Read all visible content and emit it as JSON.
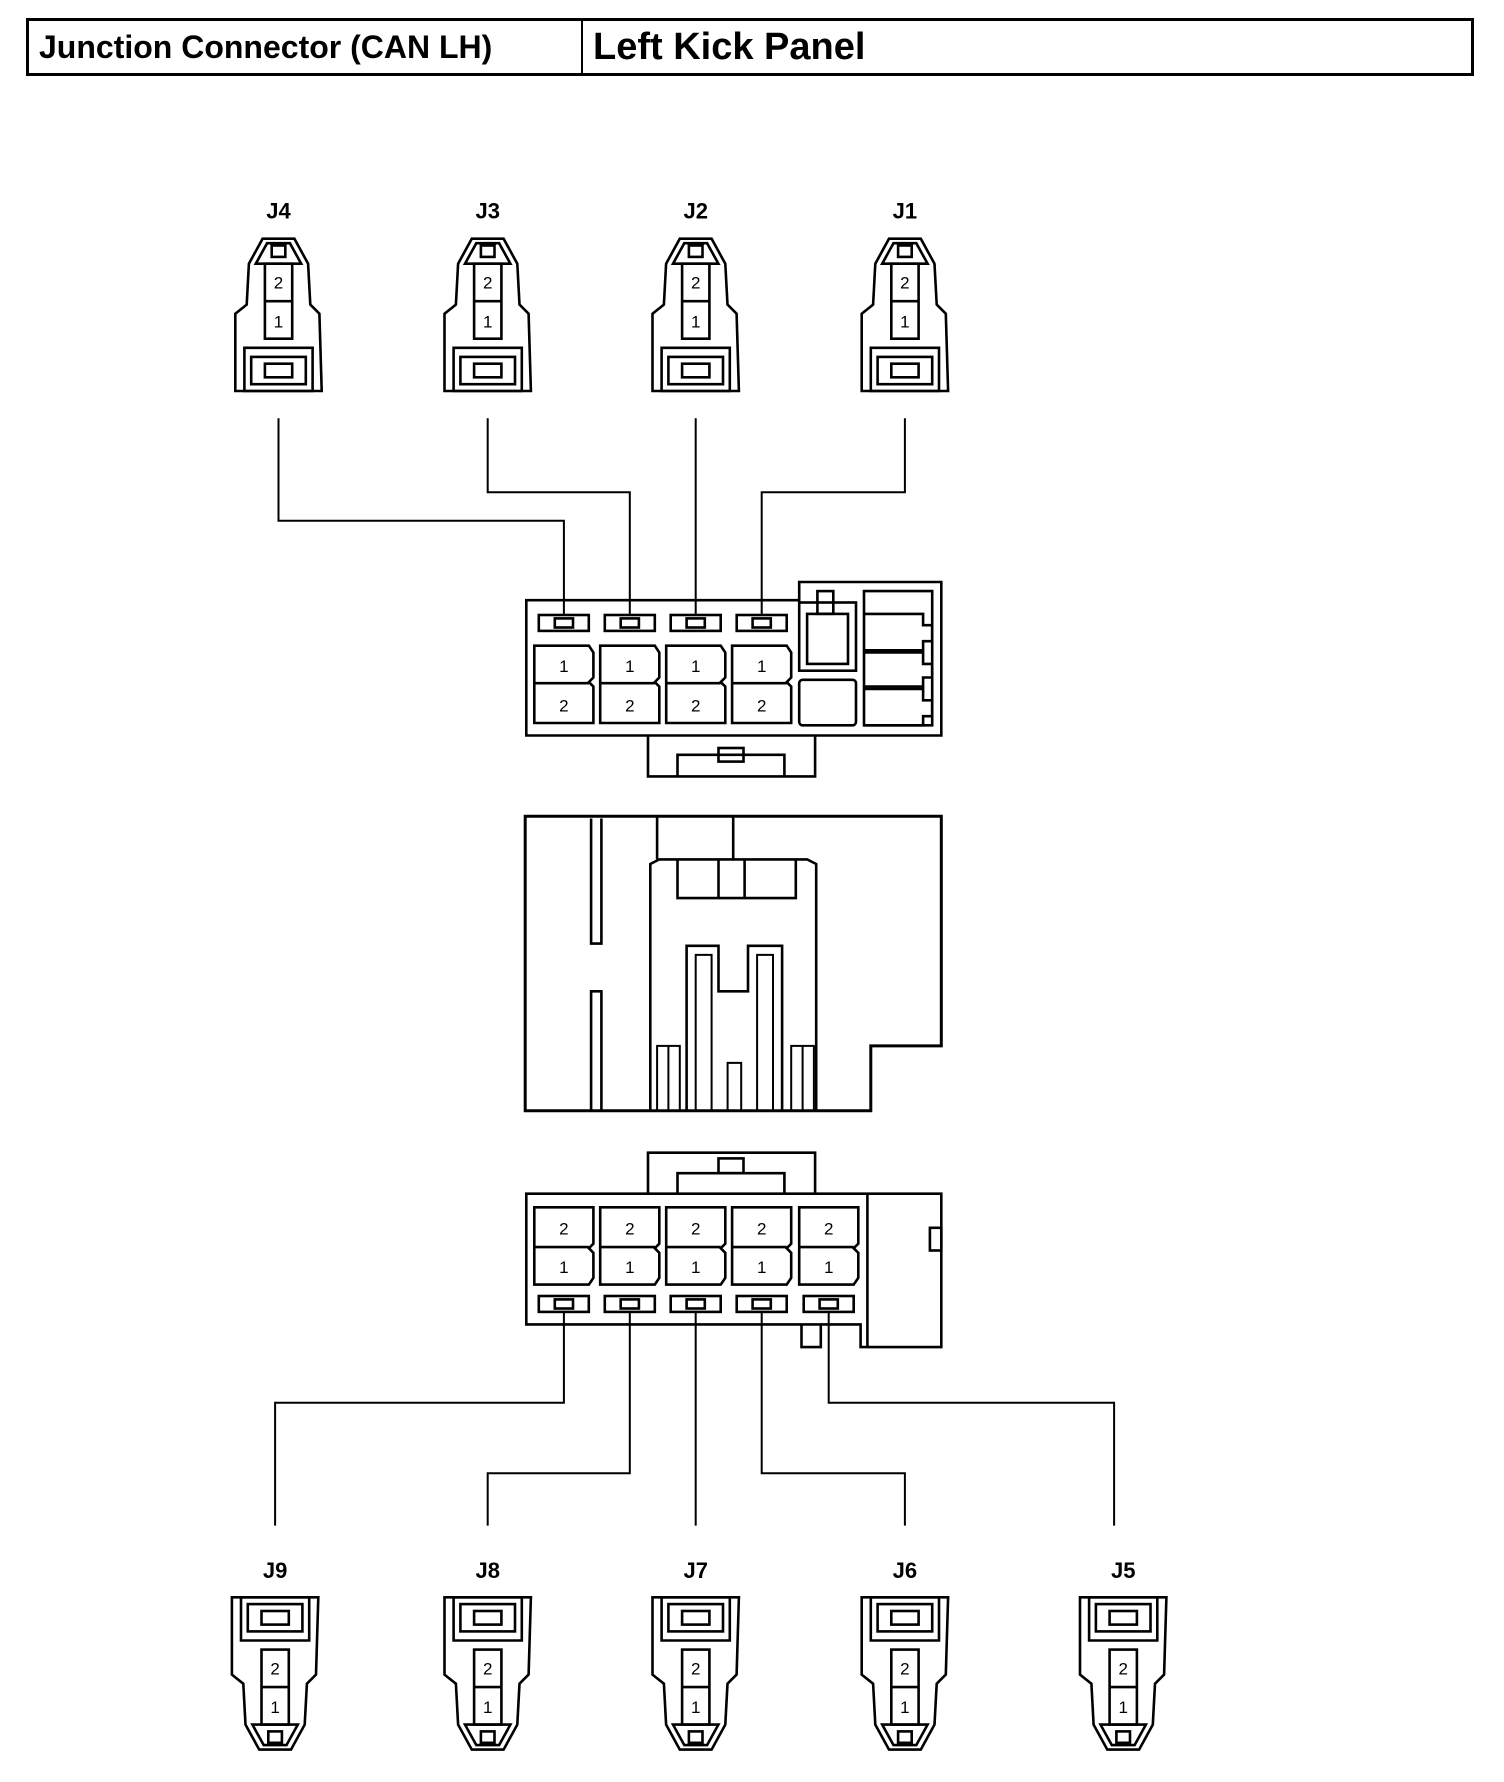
{
  "header": {
    "component": "Junction Connector (CAN LH)",
    "location": "Left Kick Panel"
  },
  "connectors_top": [
    {
      "id": "J4",
      "pins": [
        "2",
        "1"
      ]
    },
    {
      "id": "J3",
      "pins": [
        "2",
        "1"
      ]
    },
    {
      "id": "J2",
      "pins": [
        "2",
        "1"
      ]
    },
    {
      "id": "J1",
      "pins": [
        "2",
        "1"
      ]
    }
  ],
  "connectors_bottom": [
    {
      "id": "J9",
      "pins": [
        "1",
        "2"
      ]
    },
    {
      "id": "J8",
      "pins": [
        "1",
        "2"
      ]
    },
    {
      "id": "J7",
      "pins": [
        "1",
        "2"
      ]
    },
    {
      "id": "J6",
      "pins": [
        "1",
        "2"
      ]
    },
    {
      "id": "J5",
      "pins": [
        "1",
        "2"
      ]
    }
  ],
  "junction_upper_block": {
    "cavities": [
      {
        "pins": [
          "1",
          "2"
        ]
      },
      {
        "pins": [
          "1",
          "2"
        ]
      },
      {
        "pins": [
          "1",
          "2"
        ]
      },
      {
        "pins": [
          "1",
          "2"
        ]
      }
    ]
  },
  "junction_lower_block": {
    "cavities": [
      {
        "pins": [
          "2",
          "1"
        ]
      },
      {
        "pins": [
          "2",
          "1"
        ]
      },
      {
        "pins": [
          "2",
          "1"
        ]
      },
      {
        "pins": [
          "2",
          "1"
        ]
      },
      {
        "pins": [
          "2",
          "1"
        ]
      }
    ]
  },
  "colors": {
    "line": "#000000",
    "background": "#ffffff"
  }
}
